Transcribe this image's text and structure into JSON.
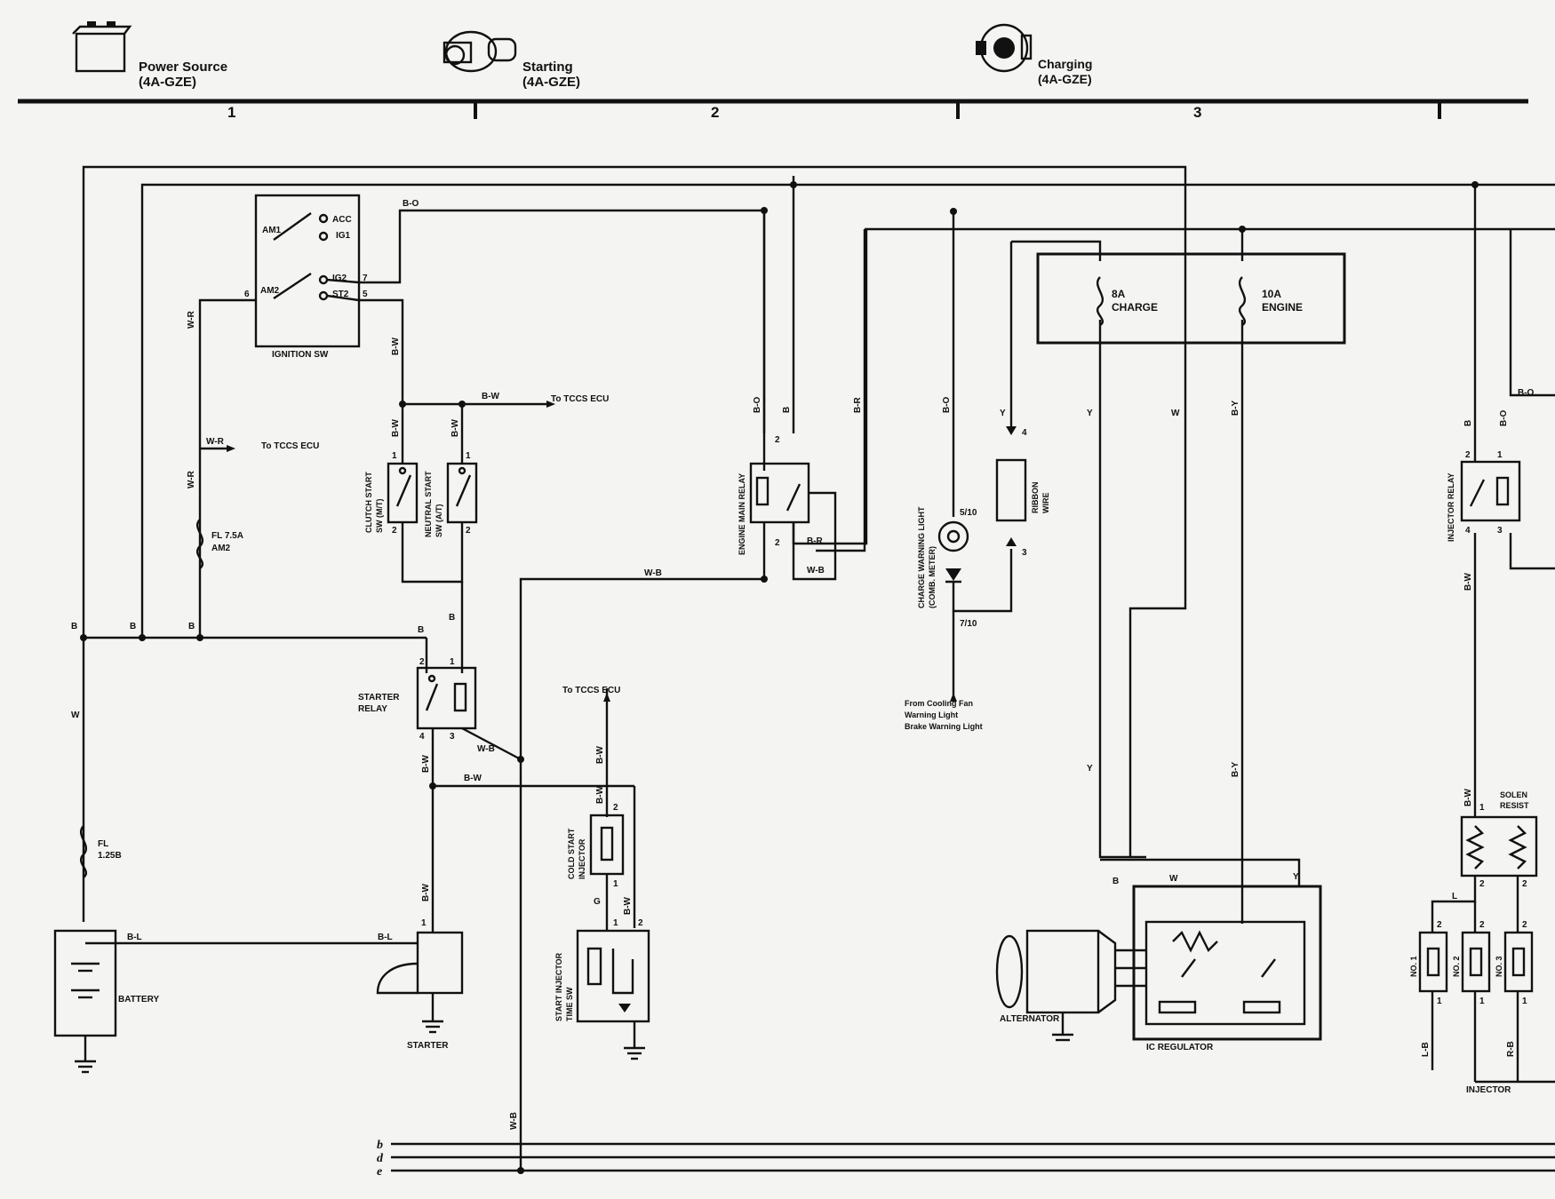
{
  "header": {
    "sections": [
      {
        "title": "Power Source",
        "sub": "(4A-GZE)",
        "number": "1"
      },
      {
        "title": "Starting",
        "sub": "(4A-GZE)",
        "number": "2"
      },
      {
        "title": "Charging",
        "sub": "(4A-GZE)",
        "number": "3"
      }
    ]
  },
  "ignition_sw": {
    "label": "IGNITION SW",
    "am1": "AM1",
    "am2": "AM2",
    "acc": "ACC",
    "ig1": "IG1",
    "ig2": "IG2",
    "st2": "ST2",
    "pin7": "7",
    "pin5": "5",
    "pin6": "6"
  },
  "fuses": {
    "charge": {
      "amp": "8A",
      "name": "CHARGE"
    },
    "engine": {
      "amp": "10A",
      "name": "ENGINE"
    },
    "fl75": {
      "a": "FL 7.5A",
      "b": "AM2"
    },
    "fl125": {
      "a": "FL",
      "b": "1.25B"
    }
  },
  "components": {
    "clutch_start": {
      "a": "CLUTCH START",
      "b": "SW (M/T)"
    },
    "neutral_start": {
      "a": "NEUTRAL START",
      "b": "SW (A/T)"
    },
    "starter_relay": {
      "a": "STARTER",
      "b": "RELAY"
    },
    "engine_main_relay": "ENGINE MAIN RELAY",
    "charge_light": {
      "a": "CHARGE WARNING LIGHT",
      "b": "(COMB. METER)"
    },
    "fusible": {
      "a": "RIBBON",
      "b": "WIRE"
    },
    "injector_relay": "INJECTOR RELAY",
    "cold_start": {
      "a": "COLD START",
      "b": "INJECTOR"
    },
    "start_timer": {
      "a": "START INJECTOR",
      "b": "TIME SW"
    },
    "battery": "BATTERY",
    "starter": "STARTER",
    "alternator": "ALTERNATOR",
    "ic_regulator": "IC REGULATOR",
    "solenoid": {
      "a": "SOLEN",
      "b": "RESIST"
    },
    "injector": "INJECTOR",
    "no1": "NO. 1",
    "no2": "NO. 2",
    "no3": "NO. 3"
  },
  "notes": {
    "to_tccs_1": "To TCCS ECU",
    "to_tccs_2": "To TCCS ECU",
    "to_tccs_3": "To TCCS ECU",
    "from_a": "From Cooling Fan",
    "from_b": "Warning Light",
    "from_c": "Brake Warning Light"
  },
  "wire_codes": {
    "bo": "B-O",
    "wr": "W-R",
    "b": "B",
    "w": "W",
    "bw": "B-W",
    "wb": "W-B",
    "br": "B-R",
    "y": "Y",
    "by": "B-Y",
    "bl": "B-L",
    "g": "G",
    "lb": "L-B",
    "rb": "R-B",
    "l": "L"
  },
  "pins": {
    "p1": "1",
    "p2": "2",
    "p3": "3",
    "p4": "4",
    "p5_10": "5/10",
    "p7_10": "7/10"
  },
  "buses": {
    "b": "b",
    "d": "d",
    "e": "e"
  }
}
